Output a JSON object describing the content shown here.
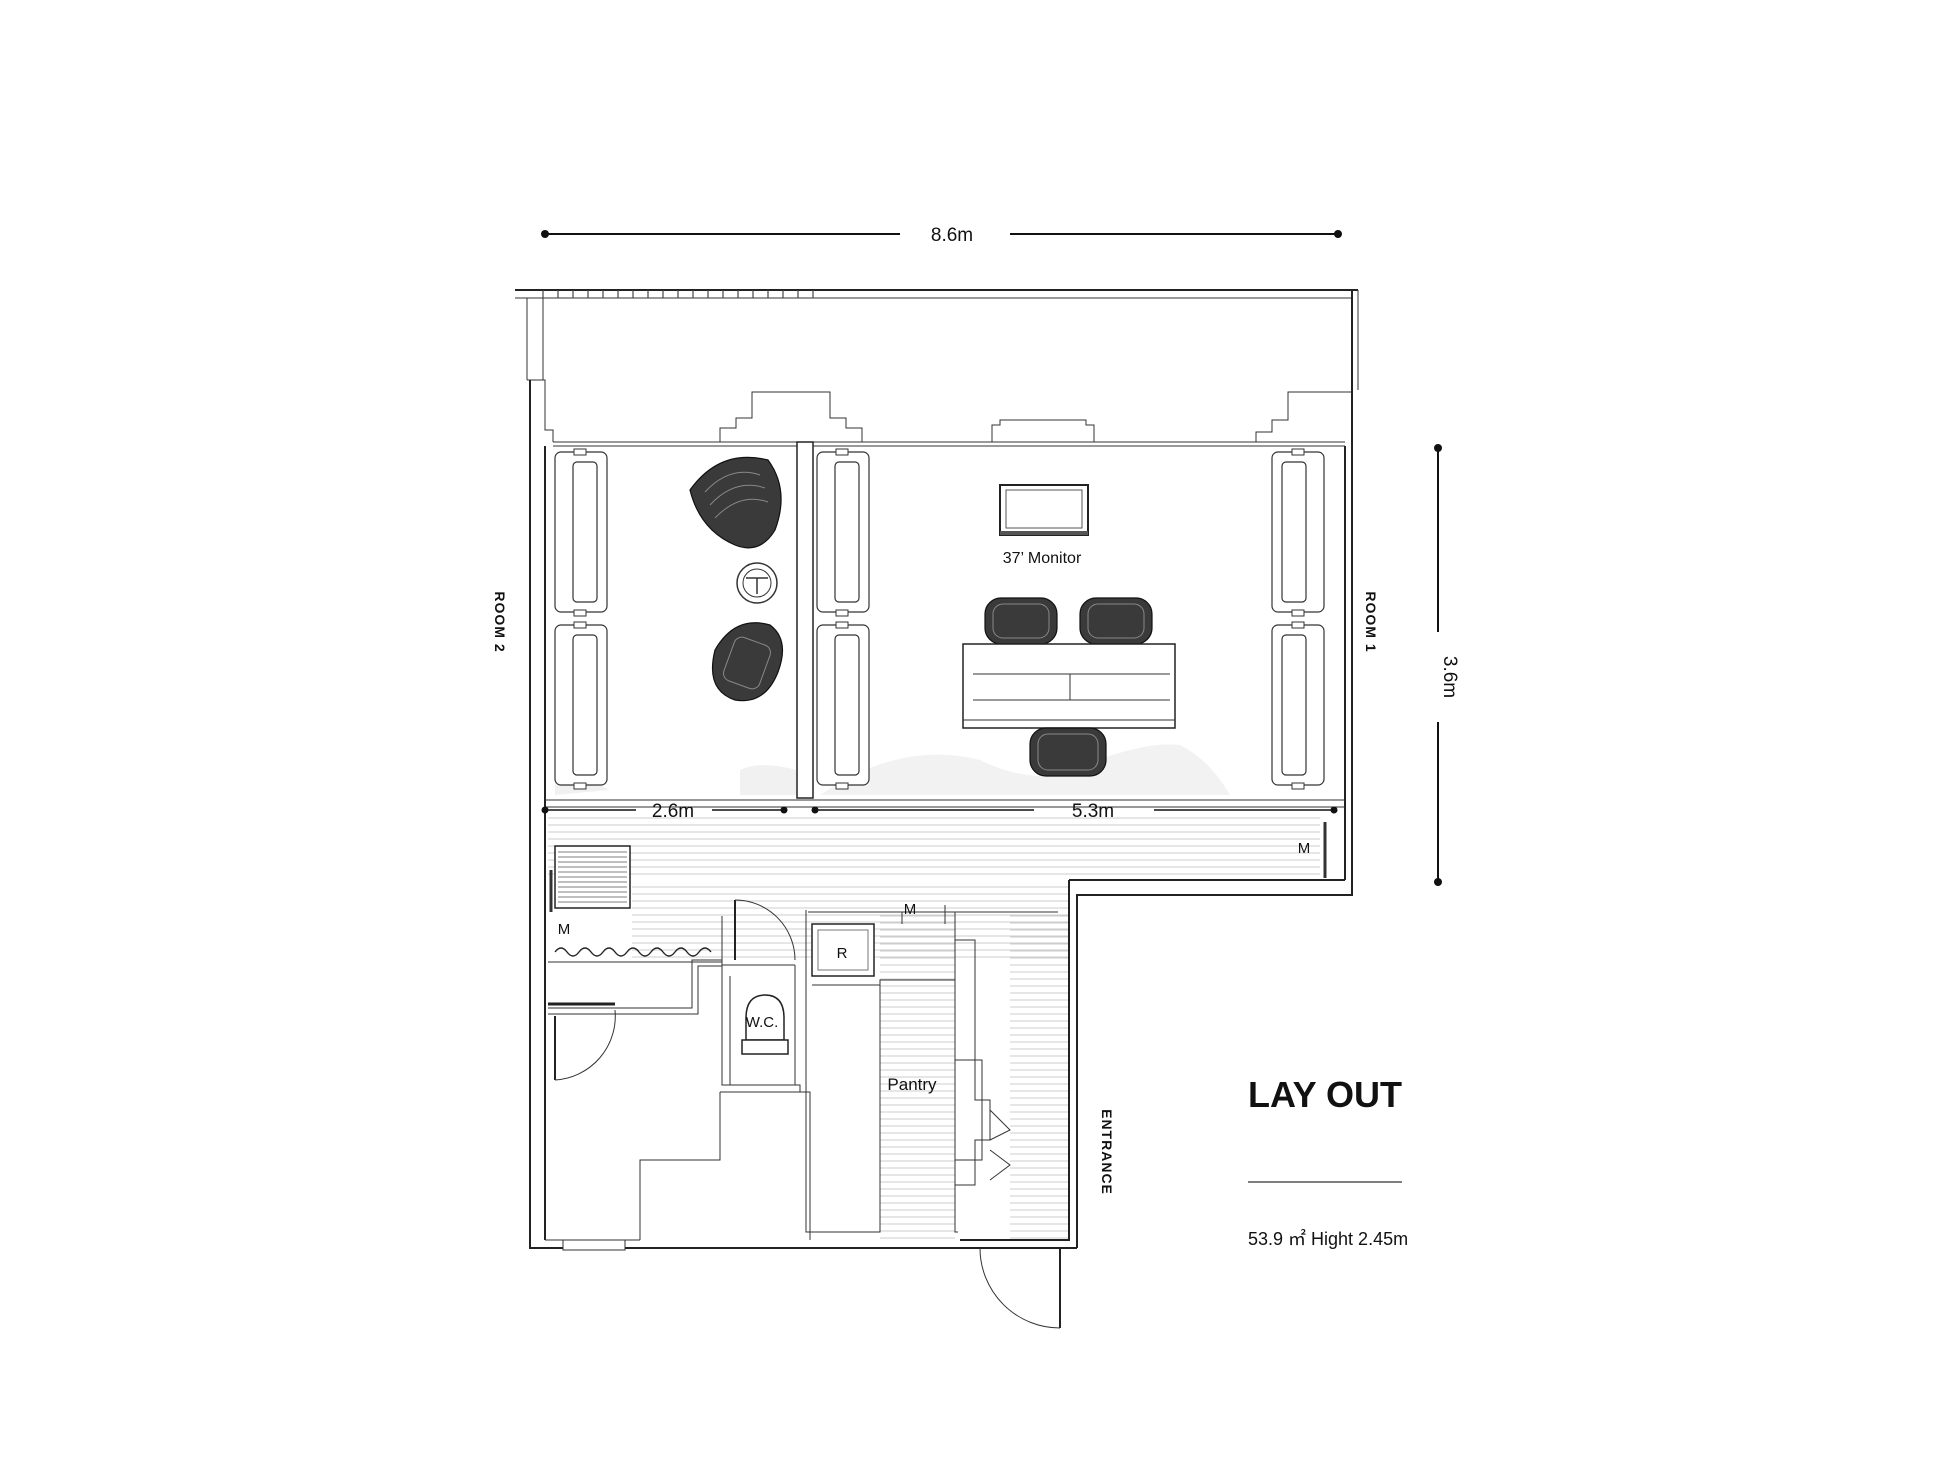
{
  "title": "LAY OUT",
  "area_info": "53.9 ㎡  Hight 2.45m",
  "dimensions": {
    "width_total": "8.6m",
    "height_right": "3.6m",
    "room2_width": "2.6m",
    "room1_width": "5.3m"
  },
  "rooms": {
    "room1": "ROOM 1",
    "room2": "ROOM 2",
    "entrance": "ENTRANCE",
    "wc": "W.C.",
    "pantry": "Pantry"
  },
  "labels": {
    "monitor": "37’  Monitor",
    "m_right": "M",
    "m_left": "M",
    "m_center": "M",
    "refrigerator": "R"
  }
}
